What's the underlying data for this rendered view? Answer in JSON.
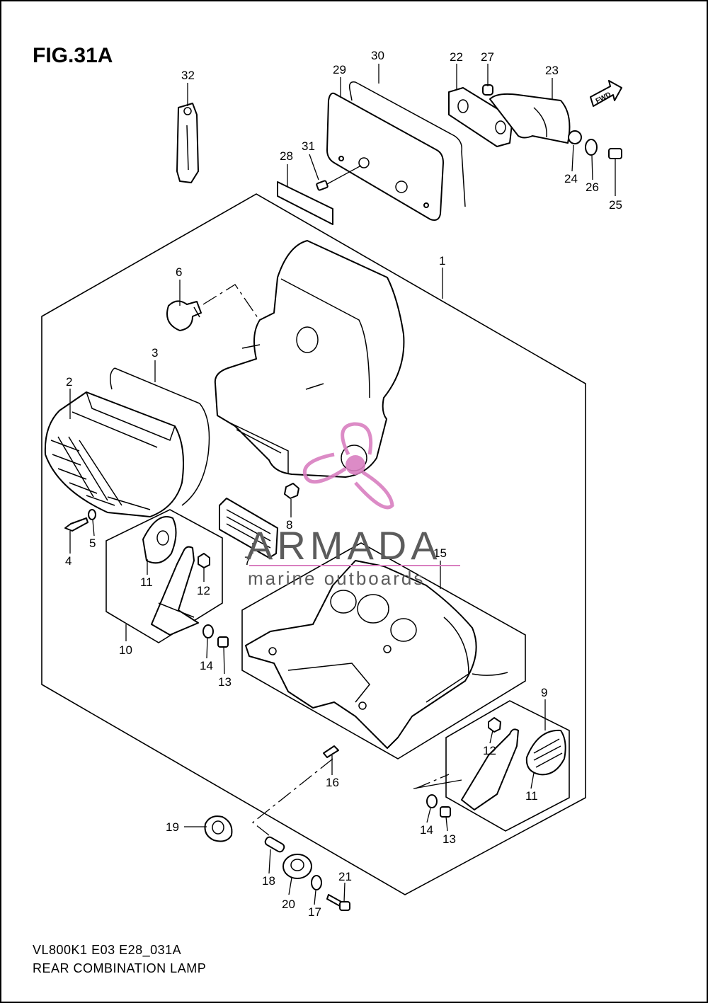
{
  "figure": {
    "title": "FIG.31A",
    "model_code": "VL800K1 E03 E28_031A",
    "assembly_name": "REAR COMBINATION LAMP",
    "fwd_label": "FWD"
  },
  "watermark": {
    "brand": "ARMADA",
    "tagline": "marine outboards",
    "color": "#d97fc0"
  },
  "callouts": [
    {
      "id": "c1",
      "label": "1"
    },
    {
      "id": "c2",
      "label": "2"
    },
    {
      "id": "c3",
      "label": "3"
    },
    {
      "id": "c4",
      "label": "4"
    },
    {
      "id": "c5",
      "label": "5"
    },
    {
      "id": "c6",
      "label": "6"
    },
    {
      "id": "c7",
      "label": "7"
    },
    {
      "id": "c8",
      "label": "8"
    },
    {
      "id": "c9",
      "label": "9"
    },
    {
      "id": "c10",
      "label": "10"
    },
    {
      "id": "c11a",
      "label": "11"
    },
    {
      "id": "c11b",
      "label": "11"
    },
    {
      "id": "c12a",
      "label": "12"
    },
    {
      "id": "c12b",
      "label": "12"
    },
    {
      "id": "c13a",
      "label": "13"
    },
    {
      "id": "c13b",
      "label": "13"
    },
    {
      "id": "c14a",
      "label": "14"
    },
    {
      "id": "c14b",
      "label": "14"
    },
    {
      "id": "c15",
      "label": "15"
    },
    {
      "id": "c16",
      "label": "16"
    },
    {
      "id": "c17",
      "label": "17"
    },
    {
      "id": "c18",
      "label": "18"
    },
    {
      "id": "c19",
      "label": "19"
    },
    {
      "id": "c20",
      "label": "20"
    },
    {
      "id": "c21",
      "label": "21"
    },
    {
      "id": "c22",
      "label": "22"
    },
    {
      "id": "c23",
      "label": "23"
    },
    {
      "id": "c24",
      "label": "24"
    },
    {
      "id": "c25",
      "label": "25"
    },
    {
      "id": "c26",
      "label": "26"
    },
    {
      "id": "c27",
      "label": "27"
    },
    {
      "id": "c28",
      "label": "28"
    },
    {
      "id": "c29",
      "label": "29"
    },
    {
      "id": "c30",
      "label": "30"
    },
    {
      "id": "c31",
      "label": "31"
    },
    {
      "id": "c32",
      "label": "32"
    }
  ]
}
